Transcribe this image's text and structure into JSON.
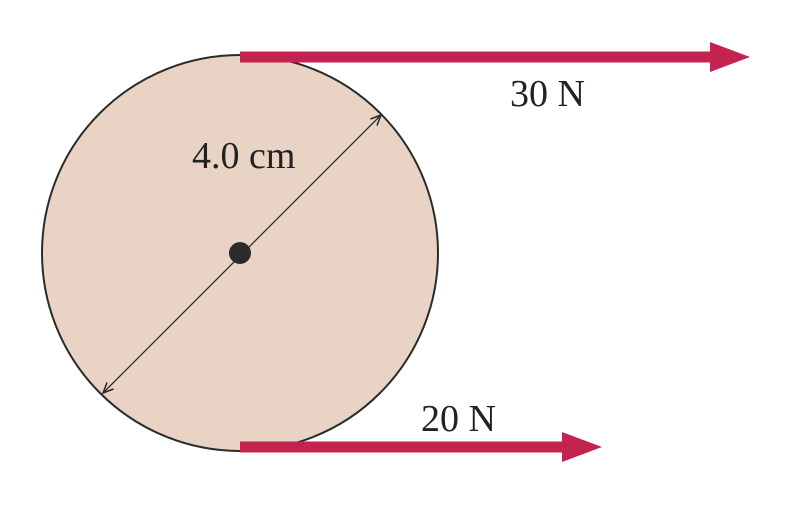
{
  "colors": {
    "disk_fill": "#e8d3c5",
    "disk_stroke": "#2b2b2b",
    "force_arrow": "#c4224f",
    "text": "#222222",
    "axle": "#2b2b2b"
  },
  "diameter_label": "4.0 cm",
  "forces": {
    "top": {
      "label": "30 N"
    },
    "bottom": {
      "label": "20 N"
    }
  }
}
